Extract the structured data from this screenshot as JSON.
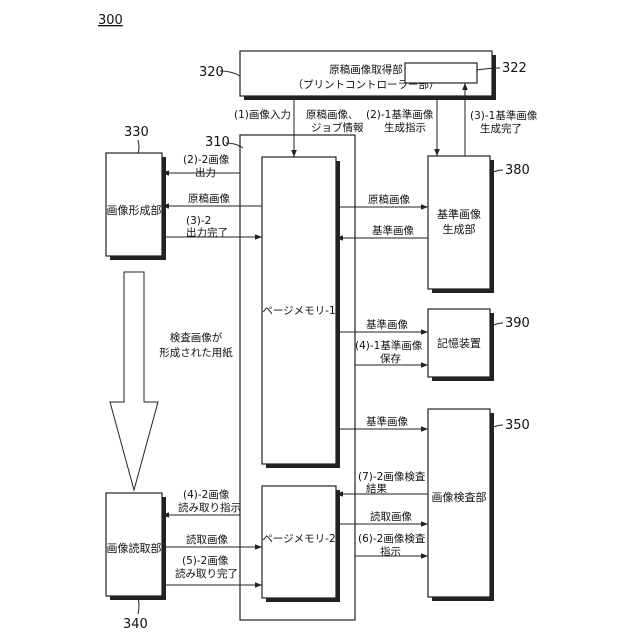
{
  "figure_number": "300",
  "refs": {
    "r320": "320",
    "r322": "322",
    "r330": "330",
    "r310": "310",
    "r380": "380",
    "r390": "390",
    "r350": "350",
    "r340": "340"
  },
  "blocks": {
    "acquisition_1": "原稿画像取得部",
    "acquisition_2": "（プリントコントローラー部）",
    "image_forming": "画像形成部",
    "reference_gen_1": "基準画像",
    "reference_gen_2": "生成部",
    "page_memory_1": "ページメモリ-1",
    "storage": "記憶装置",
    "inspection": "画像検査部",
    "image_reading": "画像読取部",
    "page_memory_2": "ページメモリ-2"
  },
  "labels": {
    "image_input": "(1)画像入力",
    "orig_job_1": "原稿画像、",
    "orig_job_2": "ジョブ情報",
    "ref_gen_instr_1": "(2)-1基準画像",
    "ref_gen_instr_2": "生成指示",
    "ref_gen_done_1": "(3)-1基準画像",
    "ref_gen_done_2": "生成完了",
    "img_output_1": "(2)-2画像",
    "img_output_2": "出力",
    "orig_image_left": "原稿画像",
    "output_done_1": "(3)-2",
    "output_done_2": "出力完了",
    "orig_image_right": "原稿画像",
    "ref_image_back": "基準画像",
    "inspection_sheet_1": "検査画像が",
    "inspection_sheet_2": "形成された用紙",
    "ref_image_storage": "基準画像",
    "ref_save_1": "(4)-1基準画像",
    "ref_save_2": "保存",
    "ref_image_inspect": "基準画像",
    "inspect_result_1": "(7)-2画像検査",
    "inspect_result_2": "結果",
    "read_instr_1": "(4)-2画像",
    "read_instr_2": "読み取り指示",
    "read_image_left": "読取画像",
    "read_done_1": "(5)-2画像",
    "read_done_2": "読み取り完了",
    "read_image_right": "読取画像",
    "inspect_instr_1": "(6)-2画像検査",
    "inspect_instr_2": "指示"
  }
}
